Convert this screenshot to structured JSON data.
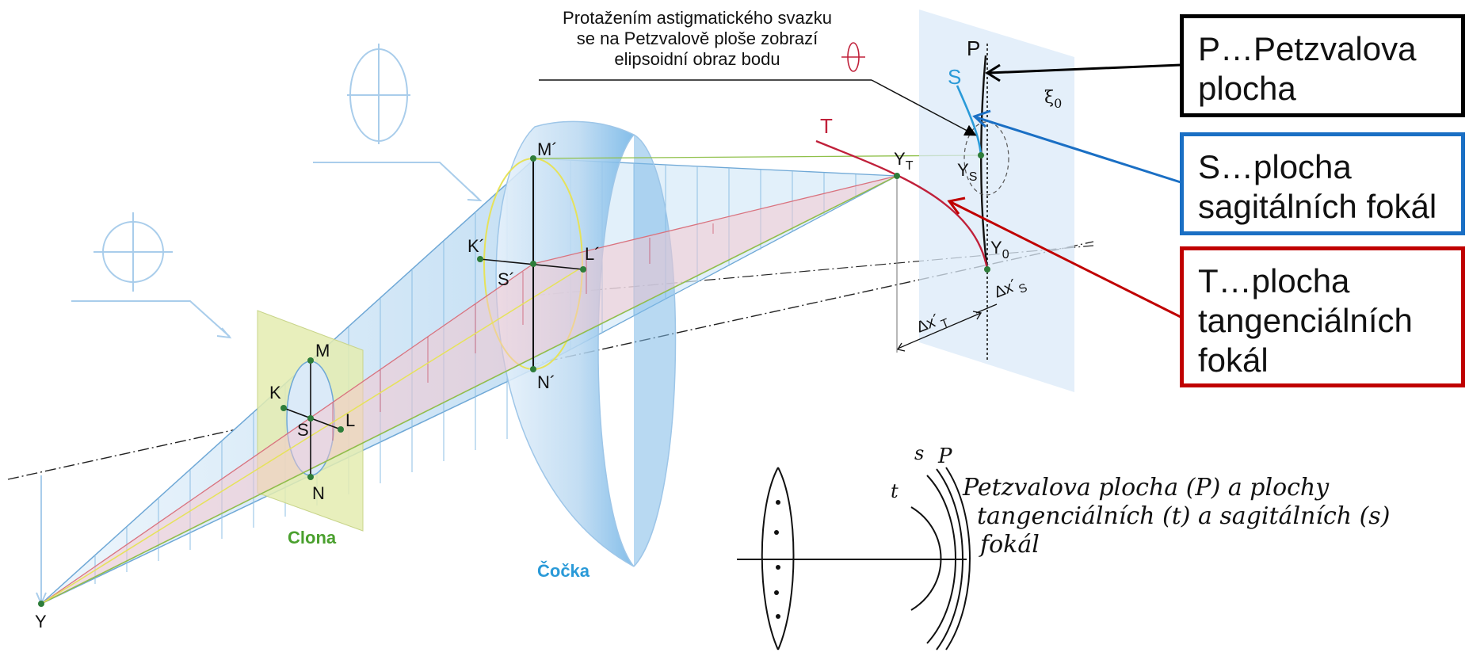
{
  "callout": {
    "lines": [
      "Protažením astigmatického svazku",
      "se na Petzvalově ploše zobrazí",
      "elipsoidní obraz bodu"
    ]
  },
  "legend": {
    "p": {
      "line1": "P…Petzvalova",
      "line2": "plocha",
      "color": "#000000"
    },
    "s": {
      "line1": "S…plocha",
      "line2": "sagitálních fokál",
      "color": "#1a6fc4"
    },
    "t": {
      "line1": "T…plocha",
      "line2": "tangenciálních",
      "line3": "fokál",
      "color": "#c00000"
    }
  },
  "labels": {
    "clona": "Clona",
    "cocka": "Čočka",
    "Y": "Y",
    "M": "M",
    "N": "N",
    "K": "K",
    "L": "L",
    "S": "S",
    "M_prime": "M´",
    "N_prime": "N´",
    "K_prime": "K´",
    "L_prime": "L´",
    "S_prime": "S´",
    "Y_T": "Y",
    "Y_T_sub": "T",
    "Y_S": "Y",
    "Y_S_sub": "S",
    "Y_0": "Y",
    "Y_0_sub": "0",
    "P_curve": "P",
    "S_curve": "S",
    "T_curve": "T",
    "xi": "ξ",
    "xi_sub": "0",
    "dxT": "Δx´",
    "dxT_sub": "T",
    "dxS": "Δx´",
    "dxS_sub": "S"
  },
  "handwritten": {
    "line1": "Petzvalova plocha (P) a plochy",
    "line2": "tangenciálních (t) a sagitálních (s)",
    "line3": "fokál",
    "lbl_s": "s",
    "lbl_p": "P",
    "lbl_t": "t"
  },
  "colors": {
    "light_blue": "#a9cdeb",
    "blue_fill": "#cfe4f6",
    "stop_fill": "#e4ecb0",
    "tangential": "#c0203a",
    "sagittal": "#2a9ad8",
    "green_ray": "#8fc04a",
    "dot": "#2e7d3a"
  }
}
